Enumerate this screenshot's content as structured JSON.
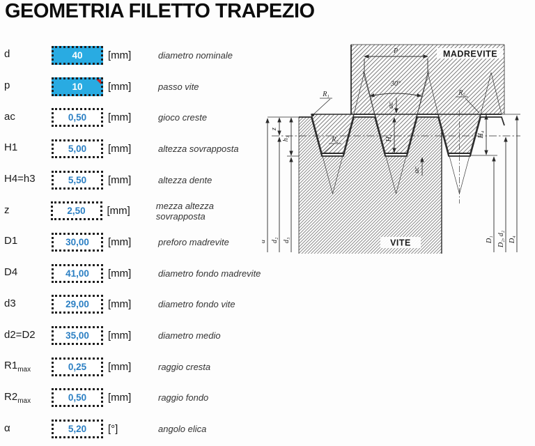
{
  "title": "GEOMETRIA FILETTO TRAPEZIO",
  "colors": {
    "input_fill": "#29abe2",
    "input_value_text": "#2b7fc3",
    "comment_marker": "#cc2222",
    "ink": "#1a1a1a"
  },
  "parameters": [
    {
      "symbol": "d",
      "sub": "",
      "value": "40",
      "unit": "[mm]",
      "description": "diametro nominale"
    },
    {
      "symbol": "p",
      "sub": "",
      "value": "10",
      "unit": "[mm]",
      "description": "passo vite"
    },
    {
      "symbol": "ac",
      "sub": "",
      "value": "0,50",
      "unit": "[mm]",
      "description": "gioco creste"
    },
    {
      "symbol": "H1",
      "sub": "",
      "value": "5,00",
      "unit": "[mm]",
      "description": "altezza sovrapposta"
    },
    {
      "symbol": "H4=h3",
      "sub": "",
      "value": "5,50",
      "unit": "[mm]",
      "description": "altezza dente"
    },
    {
      "symbol": "z",
      "sub": "",
      "value": "2,50",
      "unit": "[mm]",
      "description": "mezza altezza sovrapposta"
    },
    {
      "symbol": "D1",
      "sub": "",
      "value": "30,00",
      "unit": "[mm]",
      "description": "preforo madrevite"
    },
    {
      "symbol": "D4",
      "sub": "",
      "value": "41,00",
      "unit": "[mm]",
      "description": "diametro fondo madrevite"
    },
    {
      "symbol": "d3",
      "sub": "",
      "value": "29,00",
      "unit": "[mm]",
      "description": "diametro fondo vite"
    },
    {
      "symbol": "d2=D2",
      "sub": "",
      "value": "35,00",
      "unit": "[mm]",
      "description": "diametro medio"
    },
    {
      "symbol": "R1",
      "sub": "max",
      "value": "0,25",
      "unit": "[mm]",
      "description": "raggio cresta"
    },
    {
      "symbol": "R2",
      "sub": "max",
      "value": "0,50",
      "unit": "[mm]",
      "description": "raggio fondo"
    },
    {
      "symbol": "α",
      "sub": "",
      "value": "5,20",
      "unit": "[°]",
      "description": "angolo elica"
    }
  ],
  "diagram": {
    "labels": {
      "nut": "MADREVITE",
      "screw": "VITE",
      "pitch": "P",
      "angle": "30°",
      "r1": "R₁",
      "r2": "R₂",
      "h1": "H₁",
      "h4": "H₄",
      "h3": "h₃",
      "z": "z",
      "ac": "ac",
      "d": "d",
      "d2": "d₂",
      "d3": "d₃",
      "D1": "D₁",
      "D2d2": "D₂, d₂",
      "D4": "D₄"
    }
  }
}
